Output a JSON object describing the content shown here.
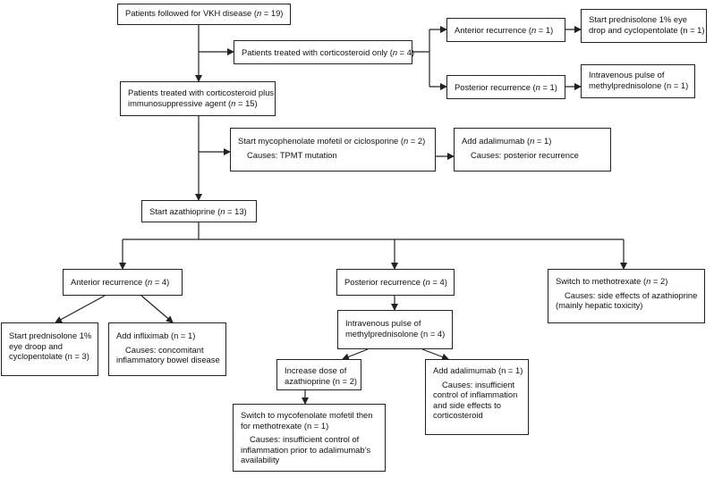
{
  "nodes": {
    "root": {
      "line1": "Patients followed for VKH disease (n = 19)"
    },
    "cs_only": {
      "line1": "Patients treated with corticosteroid only (n = 4)"
    },
    "cs_only_ant": {
      "line1": "Anterior recurrence (n = 1)"
    },
    "cs_only_ant_tx": {
      "line1": "Start prednisolone 1% eye",
      "line2": "drop and cyclopentolate (n = 1)"
    },
    "cs_only_post": {
      "line1": "Posterior recurrence (n = 1)"
    },
    "cs_only_post_tx": {
      "line1": "Intravenous pulse of",
      "line2": "methylprednisolone (n = 1)"
    },
    "cs_immuno": {
      "line1": "Patients treated with corticosteroid plus",
      "line2": "immunosuppressive agent (n = 15)"
    },
    "mmf_cicl": {
      "line1": "Start mycophenolate mofetil or ciclosporine (n = 2)",
      "cause": "Causes:  TPMT mutation"
    },
    "ada_top": {
      "line1": "Add adalimumab (n = 1)",
      "cause": "Causes:  posterior recurrence"
    },
    "aza": {
      "line1": "Start azathioprine (n = 13)"
    },
    "ant_rec": {
      "line1": "Anterior recurrence (n = 4)"
    },
    "post_rec": {
      "line1": "Posterior recurrence (n = 4)"
    },
    "mtx": {
      "line1": "Switch to methotrexate (n = 2)",
      "cause1": "Causes:  side effects of azathioprine",
      "cause2": "(mainly hepatic toxicity)"
    },
    "pred_drop": {
      "line1": "Start prednisolone 1%",
      "line2": "eye droop and",
      "line3": "cyclopentolate (n = 3)"
    },
    "infliximab": {
      "line1": "Add infliximab (n = 1)",
      "cause1": "Causes:  concomitant",
      "cause2": "inflammatory bowel disease"
    },
    "iv_pulse": {
      "line1": "Intravenous pulse of",
      "line2": "methylprednisolone (n = 4)"
    },
    "inc_aza": {
      "line1": "Increase dose of",
      "line2": "azathioprine (n = 2)"
    },
    "ada_bottom": {
      "line1": "Add adalimumab (n = 1)",
      "cause1": "Causes:  insufficient",
      "cause2": "control of inflammation",
      "cause3": "and side effects to",
      "cause4": "corticosteroid"
    },
    "switch_mmf": {
      "line1": "Switch to mycofenolate mofetil then",
      "line2": "for methotrexate (n = 1)",
      "cause1": "Causes:  insufficient control of",
      "cause2": "inflammation prior to adalimumab’s",
      "cause3": "availability"
    }
  }
}
